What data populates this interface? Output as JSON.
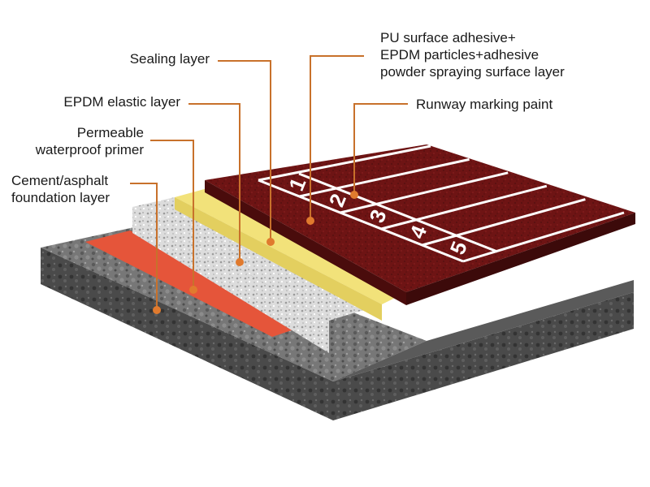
{
  "labels": {
    "sealing": "Sealing layer",
    "epdm_elastic": "EPDM elastic layer",
    "primer": "Permeable\nwaterproof primer",
    "foundation": "Cement/asphalt\nfoundation layer",
    "surface": "PU surface adhesive+\nEPDM particles+adhesive\npowder spraying surface layer",
    "marking": "Runway marking paint"
  },
  "lanes": [
    "1",
    "2",
    "3",
    "4",
    "5"
  ],
  "colors": {
    "leader": "#c8712b",
    "dot": "#e07a2e",
    "track": "#6e1414",
    "track_dark": "#4a0c0c",
    "sealing": "#f2e27a",
    "epdm": "#e2e2e2",
    "primer": "#e5553a",
    "foundation": "#6f6f6f",
    "foundation_dark": "#3f3f3f",
    "lane_line": "#ffffff"
  }
}
